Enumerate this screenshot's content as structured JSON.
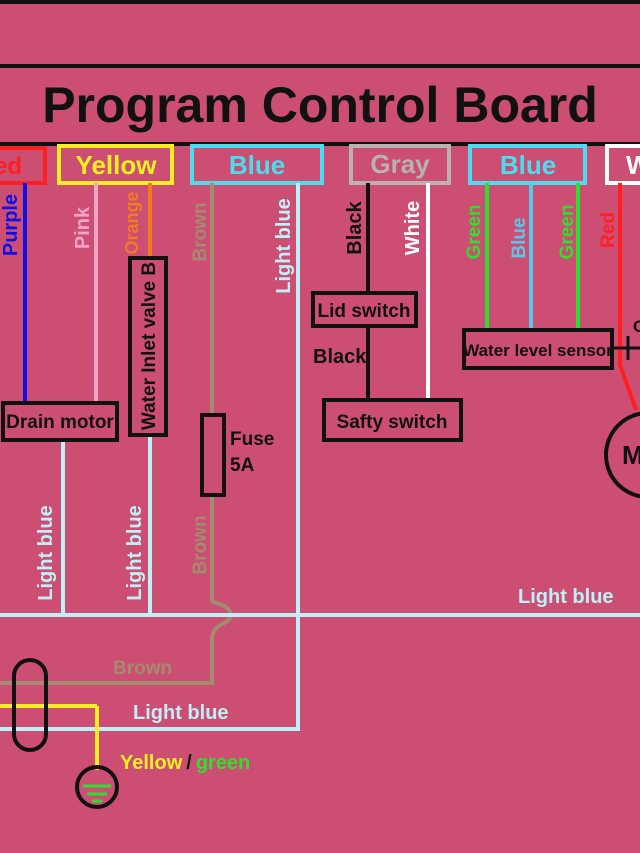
{
  "title": "Program Control Board",
  "terminals": {
    "red": "Red",
    "yellow": "Yellow",
    "blue": "Blue",
    "gray": "Gray",
    "blue2": "Blue",
    "white": "W"
  },
  "wire_labels": {
    "purple": "Purple",
    "pink": "Pink",
    "orange": "Orange",
    "brown_top": "Brown",
    "light_blue_top": "Light blue",
    "black_top": "Black",
    "white": "White",
    "green1": "Green",
    "blue_sensor": "Blue",
    "green2": "Green",
    "red_motor": "Red",
    "black_mid": "Black",
    "light_blue_left": "Light blue",
    "light_blue_mid": "Light blue",
    "brown_mid": "Brown",
    "light_blue_right": "Light blue",
    "brown_bottom": "Brown",
    "light_blue_bottom": "Light blue",
    "yellow_part": "Yellow",
    "slash": "/",
    "green_part": "green"
  },
  "components": {
    "drain_motor": "Drain motor",
    "water_inlet_valve": "Water Inlet valve B",
    "fuse_line1": "Fuse",
    "fuse_line2": "5A",
    "lid_switch": "Lid switch",
    "safty_switch": "Safty switch",
    "water_level_sensor": "Water level sensor",
    "motor_symbol": "M",
    "capacitor_partial": "C"
  },
  "colors": {
    "background": "#cc4f73",
    "light_blue": "#bff0f7",
    "blue": "#1010e6",
    "pink": "#f4a3c6",
    "orange": "#f47a22",
    "brown": "#a48a6f",
    "green": "#2ee02e",
    "sensor_blue": "#59c8ea",
    "red": "#ff1f1f",
    "yellow": "#f8ef22",
    "gray": "#b9b2b2",
    "white": "#ffffff",
    "black": "#111111",
    "frame_cyan": "#4cdcef"
  }
}
